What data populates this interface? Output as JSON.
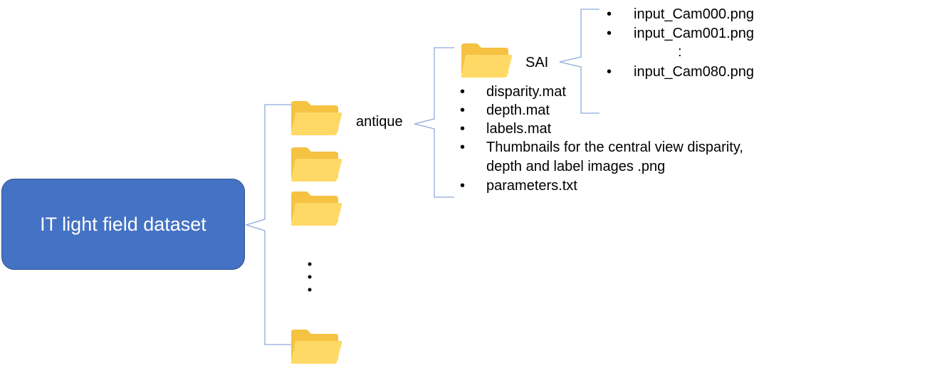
{
  "root": {
    "label": "IT light field dataset"
  },
  "scene": {
    "label": "antique"
  },
  "sai": {
    "label": "SAI"
  },
  "sai_files": {
    "items": [
      "input_Cam000.png",
      "input_Cam001.png",
      "input_Cam080.png"
    ],
    "ellipsis": ":"
  },
  "scene_files": {
    "items": [
      "disparity.mat",
      "depth.mat",
      "labels.mat",
      "Thumbnails for the central view disparity,",
      "depth and label images .png",
      "parameters.txt"
    ]
  },
  "colors": {
    "box_fill": "#4472c4",
    "box_border": "#2f528f",
    "bracket": "#8faadc",
    "folder_back": "#f5c242",
    "folder_front": "#ffd966"
  }
}
